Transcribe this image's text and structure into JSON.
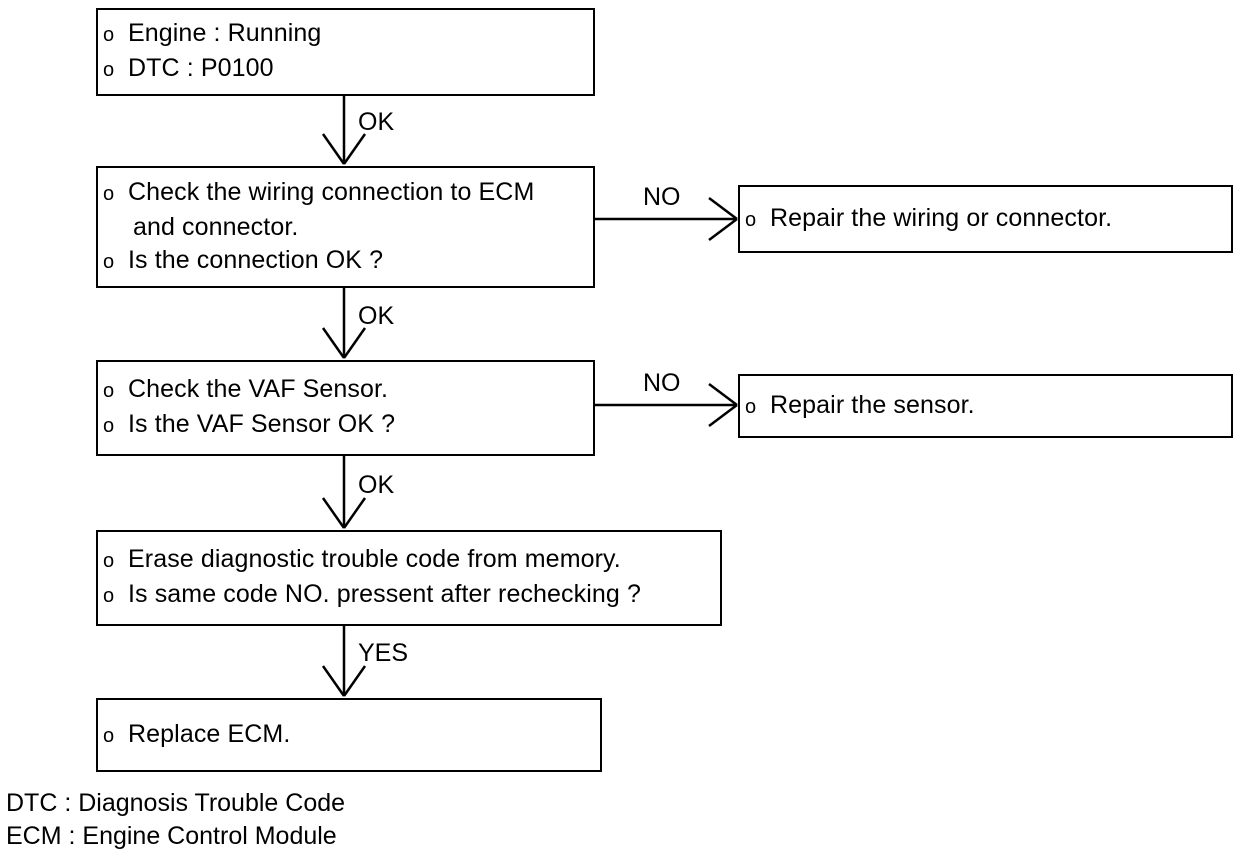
{
  "diagram": {
    "type": "flowchart",
    "title": "DTC P0100 diagnostic flowchart",
    "boxes": [
      {
        "id": "start",
        "items": [
          "Engine : Running",
          "DTC : P0100"
        ]
      },
      {
        "id": "check-wiring",
        "items": [
          "Check the wiring connection to ECM",
          "and connector.",
          "Is the connection OK ?"
        ]
      },
      {
        "id": "repair-wiring",
        "items": [
          "Repair the wiring or connector."
        ]
      },
      {
        "id": "check-vaf",
        "items": [
          "Check the VAF Sensor.",
          "Is the VAF Sensor OK ?"
        ]
      },
      {
        "id": "repair-sensor",
        "items": [
          "Repair the sensor."
        ]
      },
      {
        "id": "erase-code",
        "items": [
          "Erase diagnostic trouble code from memory.",
          "Is same code NO. pressent after rechecking ?"
        ]
      },
      {
        "id": "replace-ecm",
        "items": [
          "Replace ECM."
        ]
      }
    ],
    "edge_labels": {
      "ok1": "OK",
      "ok2": "OK",
      "ok3": "OK",
      "yes": "YES",
      "no1": "NO",
      "no2": "NO"
    },
    "legend": [
      "DTC : Diagnosis Trouble Code",
      "ECM : Engine Control Module"
    ],
    "bullet_glyph": "o",
    "colors": {
      "line": "#000000",
      "text": "#000000",
      "background": "#ffffff"
    }
  }
}
